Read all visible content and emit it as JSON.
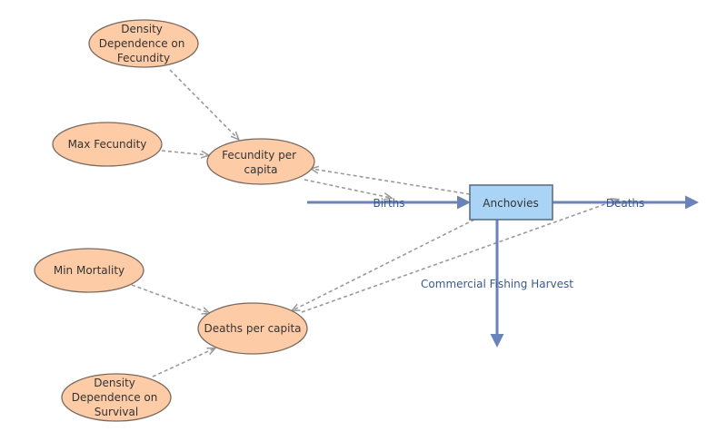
{
  "stock": {
    "label": "Anchovies",
    "fill": "#a9d4f5"
  },
  "variables": {
    "density_fecundity": [
      "Density",
      "Dependence on",
      "Fecundity"
    ],
    "max_fecundity": [
      "Max Fecundity"
    ],
    "fecundity_per_capita": [
      "Fecundity per",
      "capita"
    ],
    "min_mortality": [
      "Min Mortality"
    ],
    "deaths_per_capita": [
      "Deaths per capita"
    ],
    "density_survival": [
      "Density",
      "Dependence on",
      "Survival"
    ]
  },
  "flows": {
    "births": "Births",
    "deaths": "Deaths",
    "harvest": "Commercial Fishing Harvest"
  },
  "colors": {
    "variable_fill": "#fdcba6",
    "flow": "#6a83b8",
    "link": "#9a9a9a",
    "flow_label": "#3a5a8c"
  }
}
